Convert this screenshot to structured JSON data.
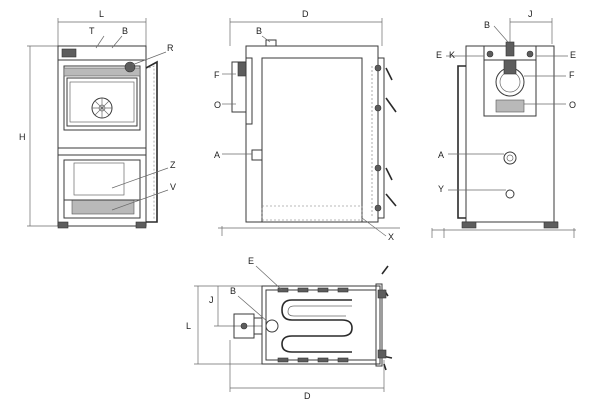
{
  "labels": {
    "L": "L",
    "T": "T",
    "B": "B",
    "R": "R",
    "H": "H",
    "Z": "Z",
    "V": "V",
    "D": "D",
    "F": "F",
    "O": "O",
    "A": "A",
    "X": "X",
    "J": "J",
    "E": "E",
    "K": "K",
    "Y": "Y"
  }
}
